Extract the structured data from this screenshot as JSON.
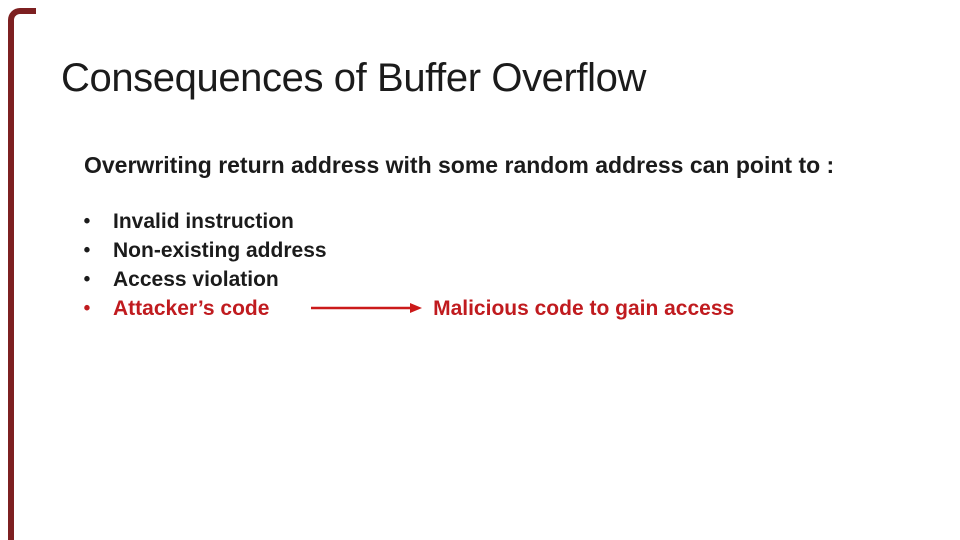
{
  "slide": {
    "title": "Consequences of Buffer Overflow",
    "subtitle": "Overwriting return address with some random address can point to :",
    "bullet_char": "•",
    "bullets": [
      {
        "text": "Invalid instruction"
      },
      {
        "text": "Non-existing address"
      },
      {
        "text": "Access violation"
      },
      {
        "text": "Attacker’s code"
      }
    ],
    "callout": {
      "text": "Malicious code to gain access"
    },
    "arrow_icon": "right-arrow"
  },
  "colors": {
    "body_text": "#1b1b1b",
    "highlight_red": "#c01b1f",
    "border_accent": "#7d2021",
    "background": "#ffffff"
  }
}
